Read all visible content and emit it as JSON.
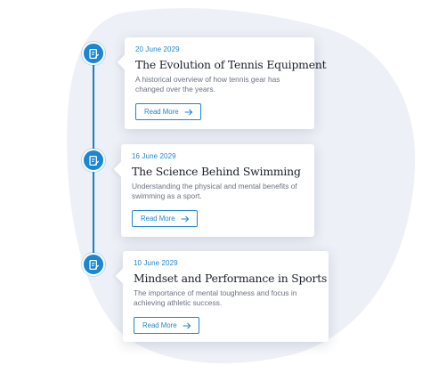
{
  "timeline": {
    "items": [
      {
        "date": "20 June 2029",
        "title": "The Evolution of Tennis Equipment",
        "description": "A historical overview of how tennis gear has changed over the years.",
        "button_label": "Read More",
        "icon": "edit-note-icon",
        "arrow_icon": "arrow-right-icon"
      },
      {
        "date": "16 June 2029",
        "title": "The Science Behind Swimming",
        "description": "Understanding the physical and mental benefits of swimming as a sport.",
        "button_label": "Read More",
        "icon": "edit-note-icon",
        "arrow_icon": "arrow-right-icon"
      },
      {
        "date": "10 June 2029",
        "title": "Mindset and Performance in Sports",
        "description": "The importance of mental toughness and focus in achieving athletic success.",
        "button_label": "Read More",
        "icon": "edit-note-icon",
        "arrow_icon": "arrow-right-icon"
      }
    ]
  },
  "colors": {
    "accent": "#1b86d1",
    "background_blob": "#eef0f7",
    "title_text": "#1b1f2a",
    "body_text": "#6b7280"
  }
}
